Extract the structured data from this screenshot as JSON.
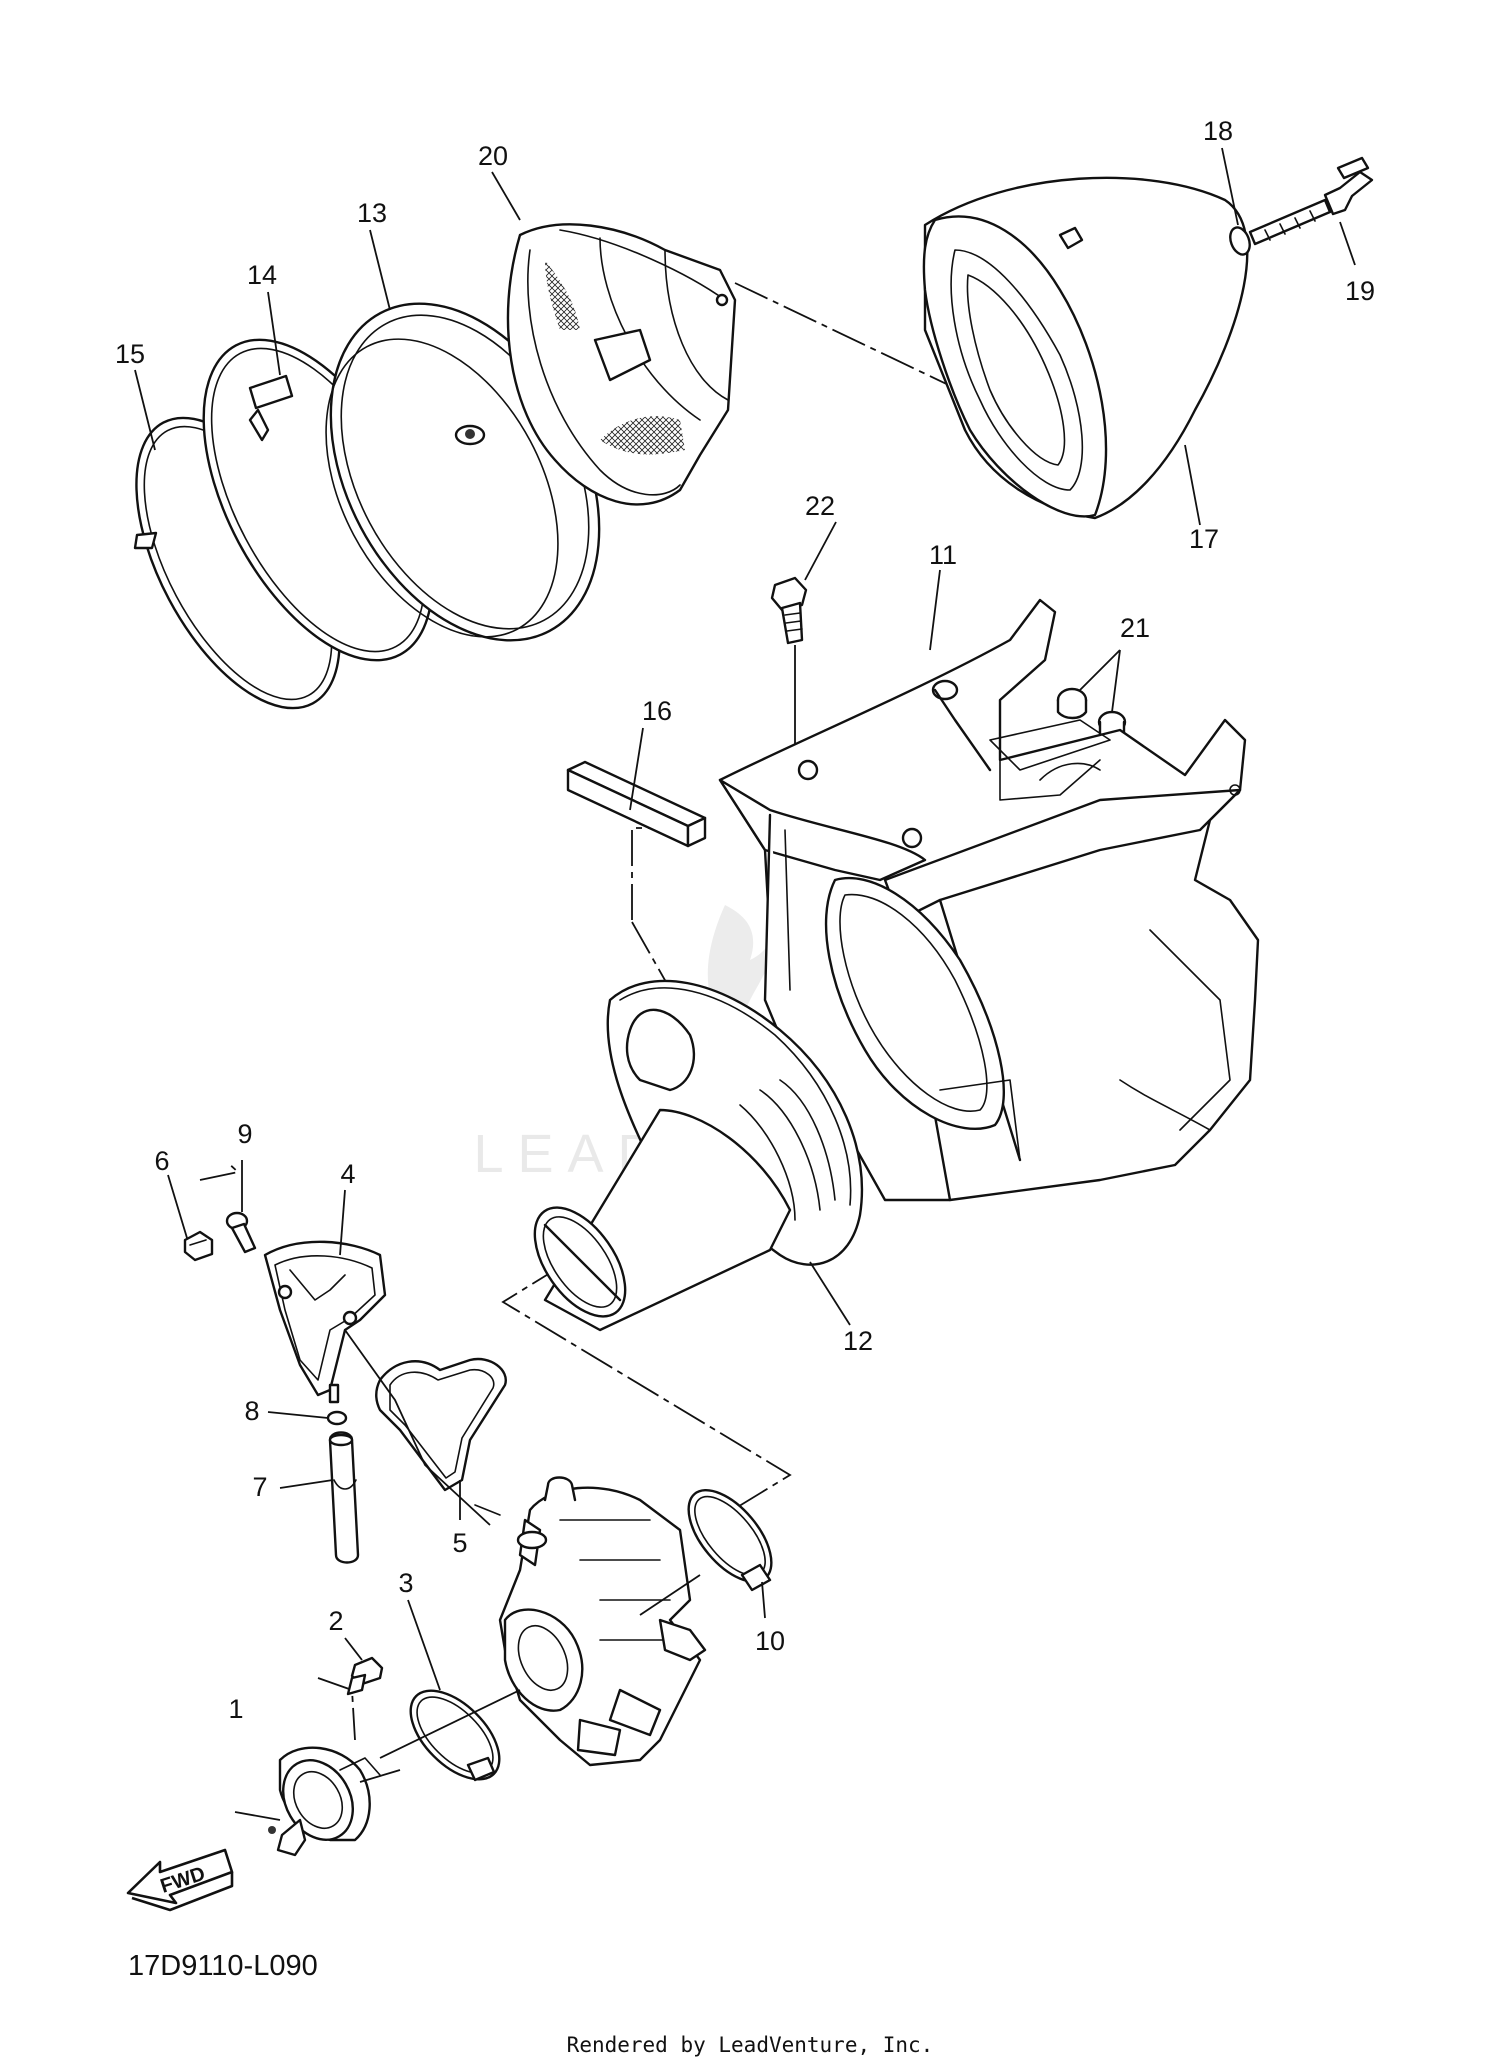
{
  "diagram": {
    "part_numbers": [
      "1",
      "2",
      "3",
      "4",
      "5",
      "6",
      "7",
      "8",
      "9",
      "10",
      "11",
      "12",
      "13",
      "14",
      "15",
      "16",
      "17",
      "18",
      "19",
      "20",
      "21",
      "22"
    ],
    "drawing_code": "17D9110-L090",
    "fwd_label": "FWD",
    "watermark": "LEADVENTURE",
    "footer": "Rendered by LeadVenture, Inc."
  }
}
